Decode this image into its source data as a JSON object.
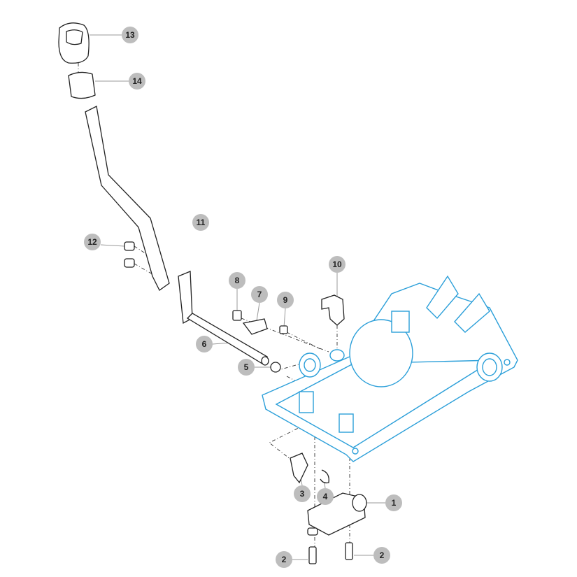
{
  "diagram": {
    "callouts": [
      {
        "label": "13",
        "part": "knob"
      },
      {
        "label": "14",
        "part": "sleeve"
      },
      {
        "label": "11",
        "part": "lever"
      },
      {
        "label": "12",
        "part": "bolt"
      },
      {
        "label": "8",
        "part": "screw"
      },
      {
        "label": "7",
        "part": "bracket"
      },
      {
        "label": "9",
        "part": "bushing"
      },
      {
        "label": "10",
        "part": "elbow-fitting"
      },
      {
        "label": "6",
        "part": "shaft"
      },
      {
        "label": "5",
        "part": "o-ring"
      },
      {
        "label": "3",
        "part": "arm"
      },
      {
        "label": "4",
        "part": "clip"
      },
      {
        "label": "1",
        "part": "valve"
      },
      {
        "label": "2",
        "part": "bolt-left"
      },
      {
        "label": "2",
        "part": "bolt-right"
      }
    ],
    "colors": {
      "housing": "#2b9fd9",
      "callout": "#bdbdbd"
    }
  }
}
